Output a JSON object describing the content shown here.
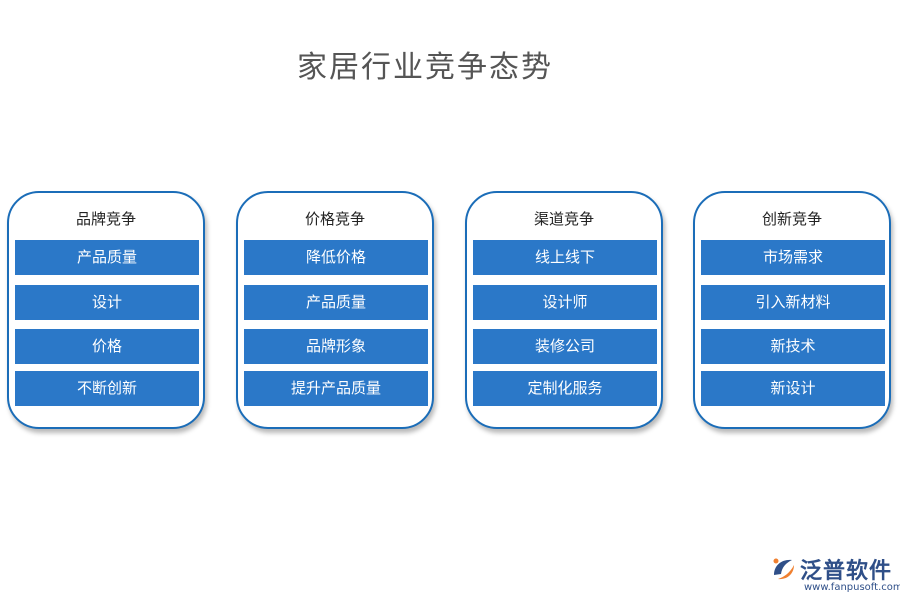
{
  "title": "家居行业竞争态势",
  "columns": [
    {
      "title": "品牌竞争",
      "items": [
        "产品质量",
        "设计",
        "价格",
        "不断创新"
      ]
    },
    {
      "title": "价格竞争",
      "items": [
        "降低价格",
        "产品质量",
        "品牌形象",
        "提升产品质量"
      ]
    },
    {
      "title": "渠道竞争",
      "items": [
        "线上线下",
        "设计师",
        "装修公司",
        "定制化服务"
      ]
    },
    {
      "title": "创新竞争",
      "items": [
        "市场需求",
        "引入新材料",
        "新技术",
        "新设计"
      ]
    }
  ],
  "logo": {
    "name": "泛普软件",
    "url": "www.fanpusoft.com"
  },
  "colors": {
    "border": "#1b6db8",
    "item_fill": "#2b78c8",
    "logo": "#2f4f88",
    "logo_accent": "#f08030"
  }
}
